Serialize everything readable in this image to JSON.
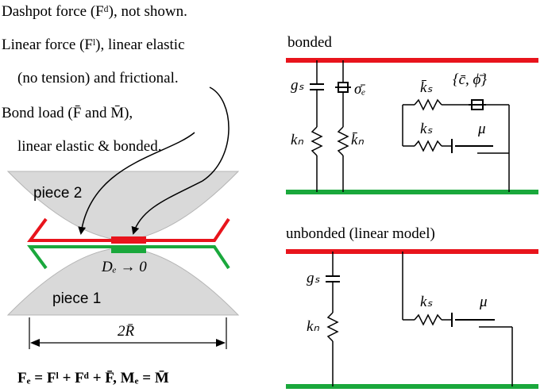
{
  "left_text": {
    "line1": "Dashpot force (Fᵈ), not shown.",
    "line2": "Linear force (Fˡ), linear elastic",
    "line3": "(no tension) and frictional.",
    "line4": "Bond load (F̄ and M̄),",
    "line5": "linear elastic & bonded."
  },
  "pieces": {
    "piece2": "piece 2",
    "piece1": "piece 1",
    "dc_label": "Dₑ → 0",
    "radius_label": "2R̄"
  },
  "equation": "Fₑ = Fˡ + Fᵈ + F̄,  Mₑ = M̄",
  "bonded": {
    "title": "bonded",
    "gs": "gₛ",
    "sigma": "σ̄ₑ",
    "kn": "kₙ",
    "kn_bar": "k̄ₙ",
    "ks_bar": "k̄ₛ",
    "c_phi": "{c̄, ϕ̄}",
    "ks": "kₛ",
    "mu": "μ"
  },
  "unbonded": {
    "title": "unbonded (linear model)",
    "gs": "gₛ",
    "kn": "kₙ",
    "ks": "kₛ",
    "mu": "μ"
  },
  "colors": {
    "red": "#e8141c",
    "green": "#1aa83c",
    "piece": "#d9d9d9"
  }
}
